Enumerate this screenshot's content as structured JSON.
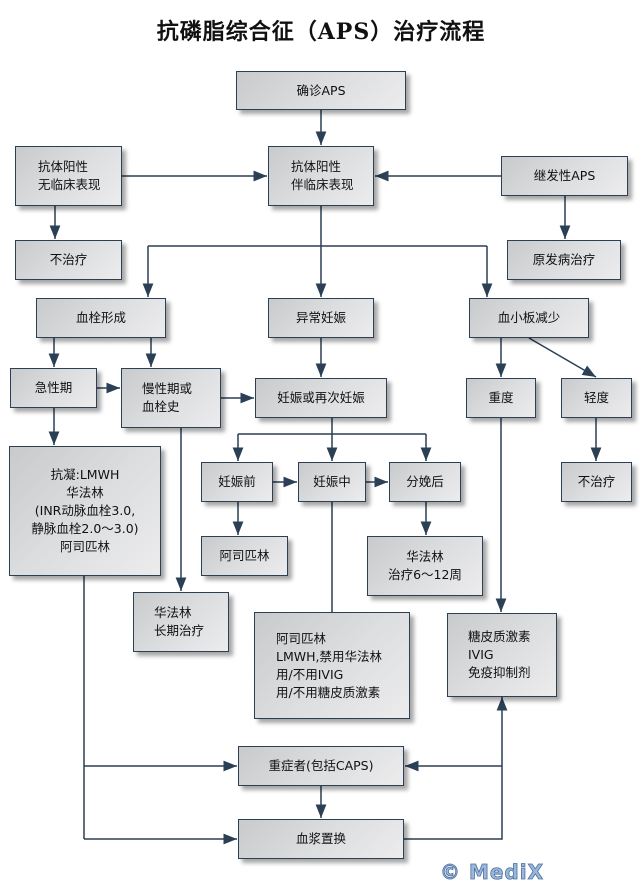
{
  "title": "抗磷脂综合征（APS）治疗流程",
  "colors": {
    "line": "#2b3f55",
    "box_fill_dark": "#c9cacc",
    "box_fill_light": "#ececed",
    "watermark": "#9ab8dc"
  },
  "nodes": {
    "confirm": "确诊APS",
    "ab_no_clinical": "抗体阳性\n无临床表现",
    "ab_clinical": "抗体阳性\n伴临床表现",
    "secondary": "继发性APS",
    "no_treat_1": "不治疗",
    "primary_treat": "原发病治疗",
    "thrombosis": "血栓形成",
    "abn_pregnancy": "异常妊娠",
    "thrombocytopenia": "血小板减少",
    "acute": "急性期",
    "chronic": "慢性期或\n血栓史",
    "pregnancy": "妊娠或再次妊娠",
    "severe": "重度",
    "mild": "轻度",
    "anticoag": "抗凝:LMWH\n华法林\n(INR动脉血栓3.0,\n静脉血栓2.0～3.0)\n阿司匹林",
    "pre_preg": "妊娠前",
    "during_preg": "妊娠中",
    "postpartum": "分娩后",
    "no_treat_2": "不治疗",
    "aspirin": "阿司匹林",
    "warfarin_postpartum": "华法林\n治疗6～12周",
    "warfarin_long": "华法林\n长期治疗",
    "during_preg_tx": "阿司匹林\nLMWH,禁用华法林\n用/不用IVIG\n用/不用糖皮质激素",
    "severe_tx": "糖皮质激素\nIVIG\n免疫抑制剂",
    "caps": "重症者(包括CAPS)",
    "plasma": "血浆置换"
  },
  "watermark": "© MediX"
}
